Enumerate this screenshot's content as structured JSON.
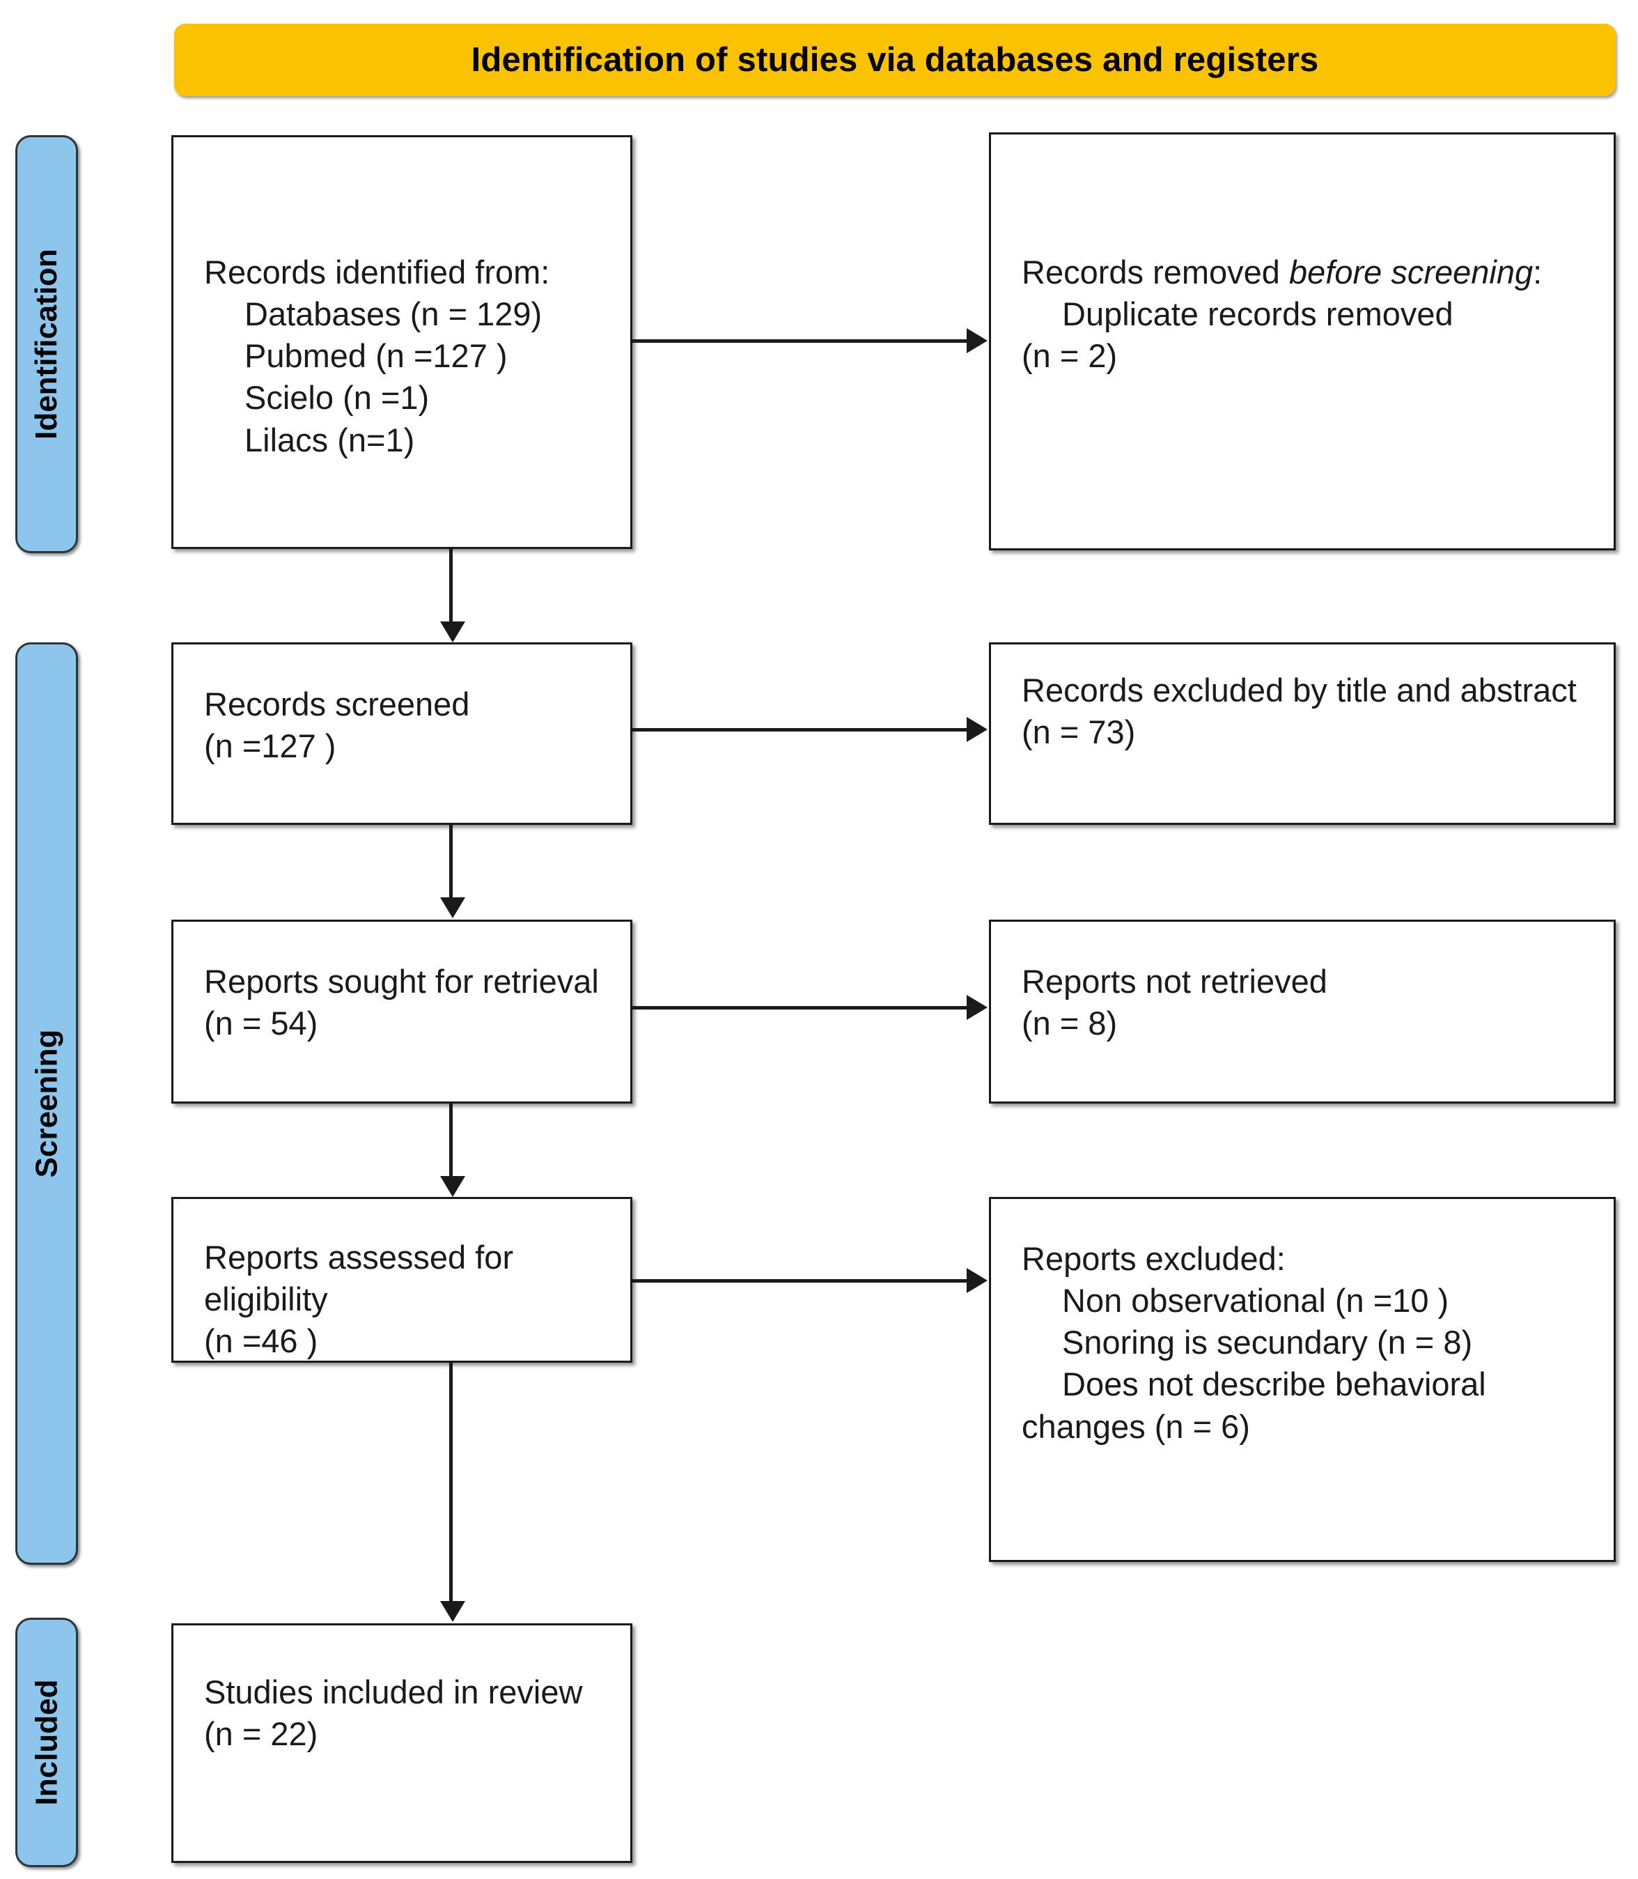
{
  "banner": {
    "title": "Identification of studies via databases and registers",
    "color": "#fac200"
  },
  "stages": [
    {
      "key": "identification",
      "label": "Identification",
      "color": "#8cc6ec"
    },
    {
      "key": "screening",
      "label": "Screening",
      "color": "#8cc6ec"
    },
    {
      "key": "included",
      "label": "Included",
      "color": "#8cc6ec"
    }
  ],
  "boxes": {
    "identified": {
      "heading": "Records identified from:",
      "items": [
        "Databases (n = 129)",
        "Pubmed (n =127 )",
        "Scielo (n =1)",
        "Lilacs (n=1)"
      ]
    },
    "removed": {
      "heading_prefix": "Records removed ",
      "heading_italic": "before screening",
      "heading_suffix": ":",
      "item": "Duplicate records removed",
      "count": "(n = 2)"
    },
    "screened": {
      "label": "Records screened",
      "count": "(n =127 )"
    },
    "excluded_title_abstract": {
      "label": "Records excluded by title and abstract",
      "count": "(n = 73)"
    },
    "sought": {
      "label": "Reports sought for retrieval",
      "count": "(n = 54)"
    },
    "not_retrieved": {
      "label": "Reports not retrieved",
      "count": "(n = 8)"
    },
    "assessed": {
      "label": "Reports assessed for eligibility",
      "count": "(n =46 )"
    },
    "reports_excluded": {
      "heading": "Reports excluded:",
      "reasons": [
        "Non observational (n =10 )",
        "Snoring is secundary (n = 8)",
        "Does not describe behavioral"
      ],
      "reason_continuation": "changes (n = 6)"
    },
    "included": {
      "label": "Studies included in review",
      "count": "(n = 22)"
    }
  },
  "connectors": {
    "arrow_right_icon": "arrow-right-icon",
    "arrow_down_icon": "arrow-down-icon"
  }
}
